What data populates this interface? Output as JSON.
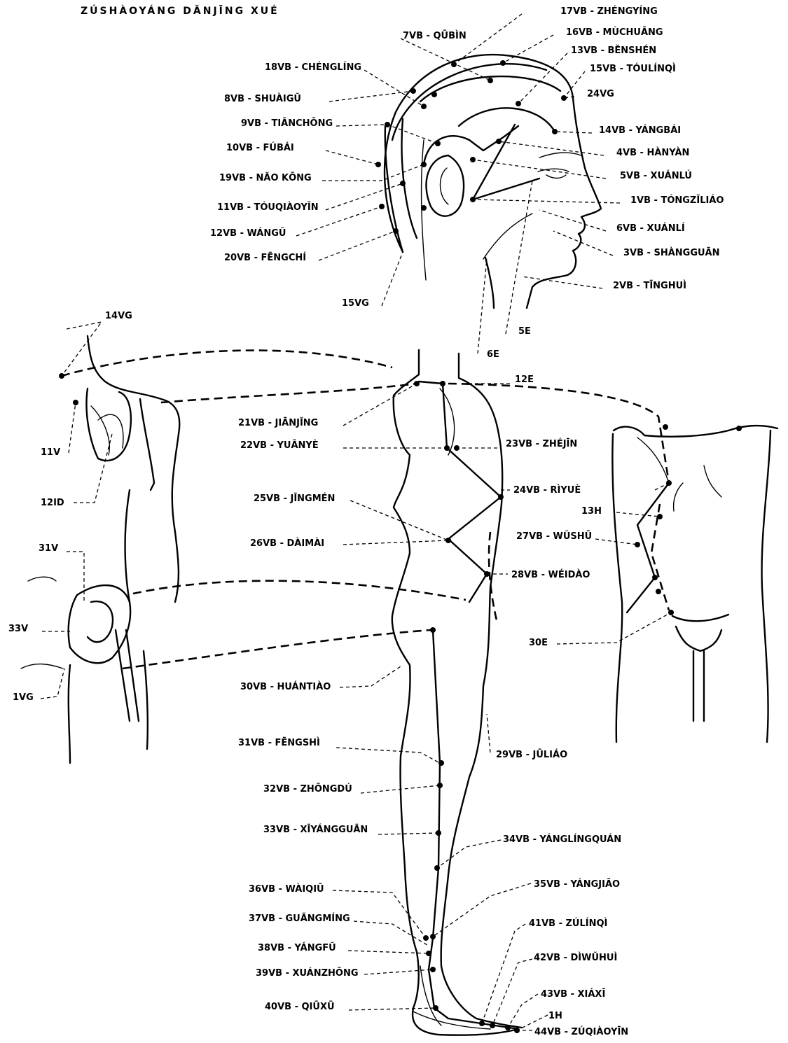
{
  "title": "ZÚSHÀOYÁNG DĂNJĪNG XUÉ",
  "labels": {
    "l01": "17VB - ZHÉNGYÍNG",
    "l02": "7VB - QŪBÌN",
    "l03": "16VB - MÙCHUĀNG",
    "l04": "13VB - BĔNSHÉN",
    "l05": "15VB - TÓULÍNQÌ",
    "l06": "18VB - CHÉNGLÍNG",
    "l07": "8VB - SHUÀIGŬ",
    "l08": "24VG",
    "l09": "9VB - TIĀNCHŌNG",
    "l10": "14VB - YÁNGBÁI",
    "l11": "10VB - FÚBÁI",
    "l12": "4VB - HÀNYÀN",
    "l13": "19VB - NĂO KŌNG",
    "l14": "5VB - XUÁNLÚ",
    "l15": "11VB - TÓUQIÀOYĪN",
    "l16": "1VB - TÓNGZĬLIÁO",
    "l17": "12VB - WÁNGŬ",
    "l18": "6VB - XUÁNLÍ",
    "l19": "20VB - FĒNGCHÍ",
    "l20": "3VB - SHÀNGGUĀN",
    "l21": "2VB - TĪNGHUÌ",
    "l22": "15VG",
    "l23": "5E",
    "l24": "14VG",
    "l25": "6E",
    "l26": "12E",
    "l27": "21VB - JIĀNJĬNG",
    "l28": "22VB - YUĀNYÈ",
    "l29": "23VB - ZHÉJĪN",
    "l30": "11V",
    "l31": "24VB - RÌYUÈ",
    "l32": "12ID",
    "l33": "25VB - JĪNGMÉN",
    "l34": "13H",
    "l35": "31V",
    "l36": "27VB - WŬSHŪ",
    "l37": "26VB - DÀIMÀI",
    "l38": "28VB - WÉIDÀO",
    "l39": "33V",
    "l40": "30E",
    "l41": "1VG",
    "l42": "30VB - HUÁNTIÀO",
    "l43": "31VB - FĒNGSHÌ",
    "l44": "29VB - JŪLIÁO",
    "l45": "32VB - ZHŌNGDÚ",
    "l46": "33VB - XĪYÁNGGUĀN",
    "l47": "34VB - YÁNGLÍNGQUÁN",
    "l48": "36VB - WÀIQIŪ",
    "l49": "35VB - YÁNGJIĀO",
    "l50": "37VB - GUĀNGMÍNG",
    "l51": "41VB - ZÚLÍNQÌ",
    "l52": "38VB - YÁNGFŬ",
    "l53": "42VB - DÌWŬHUÌ",
    "l54": "39VB - XUÁNZHŌNG",
    "l55": "43VB - XIÁXĪ",
    "l56": "40VB - QIŪXŪ",
    "l57": "1H",
    "l58": "44VB - ZÚQIÀOYĪN"
  }
}
